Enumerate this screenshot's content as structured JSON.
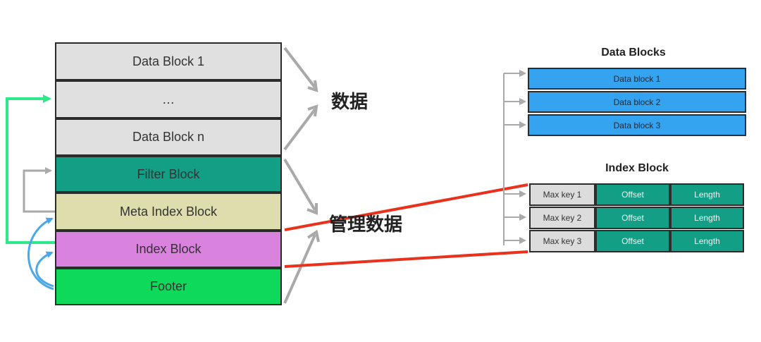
{
  "sstable": {
    "blocks": [
      {
        "label": "Data Block 1",
        "color": "#e0e0e0"
      },
      {
        "label": "…",
        "color": "#e0e0e0"
      },
      {
        "label": "Data Block n",
        "color": "#e0e0e0"
      },
      {
        "label": "Filter Block",
        "color": "#139e86"
      },
      {
        "label": "Meta Index Block",
        "color": "#deddad"
      },
      {
        "label": "Index Block",
        "color": "#d983de"
      },
      {
        "label": "Footer",
        "color": "#0ed95a"
      }
    ]
  },
  "labels": {
    "data": "数据",
    "management_data": "管理数据"
  },
  "data_blocks": {
    "title": "Data Blocks",
    "rows": [
      "Data block 1",
      "Data block 2",
      "Data block 3"
    ]
  },
  "index_block": {
    "title": "Index Block",
    "rows": [
      {
        "key": "Max key 1",
        "offset": "Offset",
        "length": "Length"
      },
      {
        "key": "Max key 2",
        "offset": "Offset",
        "length": "Length"
      },
      {
        "key": "Max key 3",
        "offset": "Offset",
        "length": "Length"
      }
    ]
  },
  "colors": {
    "arrow_gray": "#a9a9a9",
    "arrow_green": "#2ee88a",
    "arrow_blue": "#4aa8ea",
    "connector_red": "#e8321e"
  }
}
